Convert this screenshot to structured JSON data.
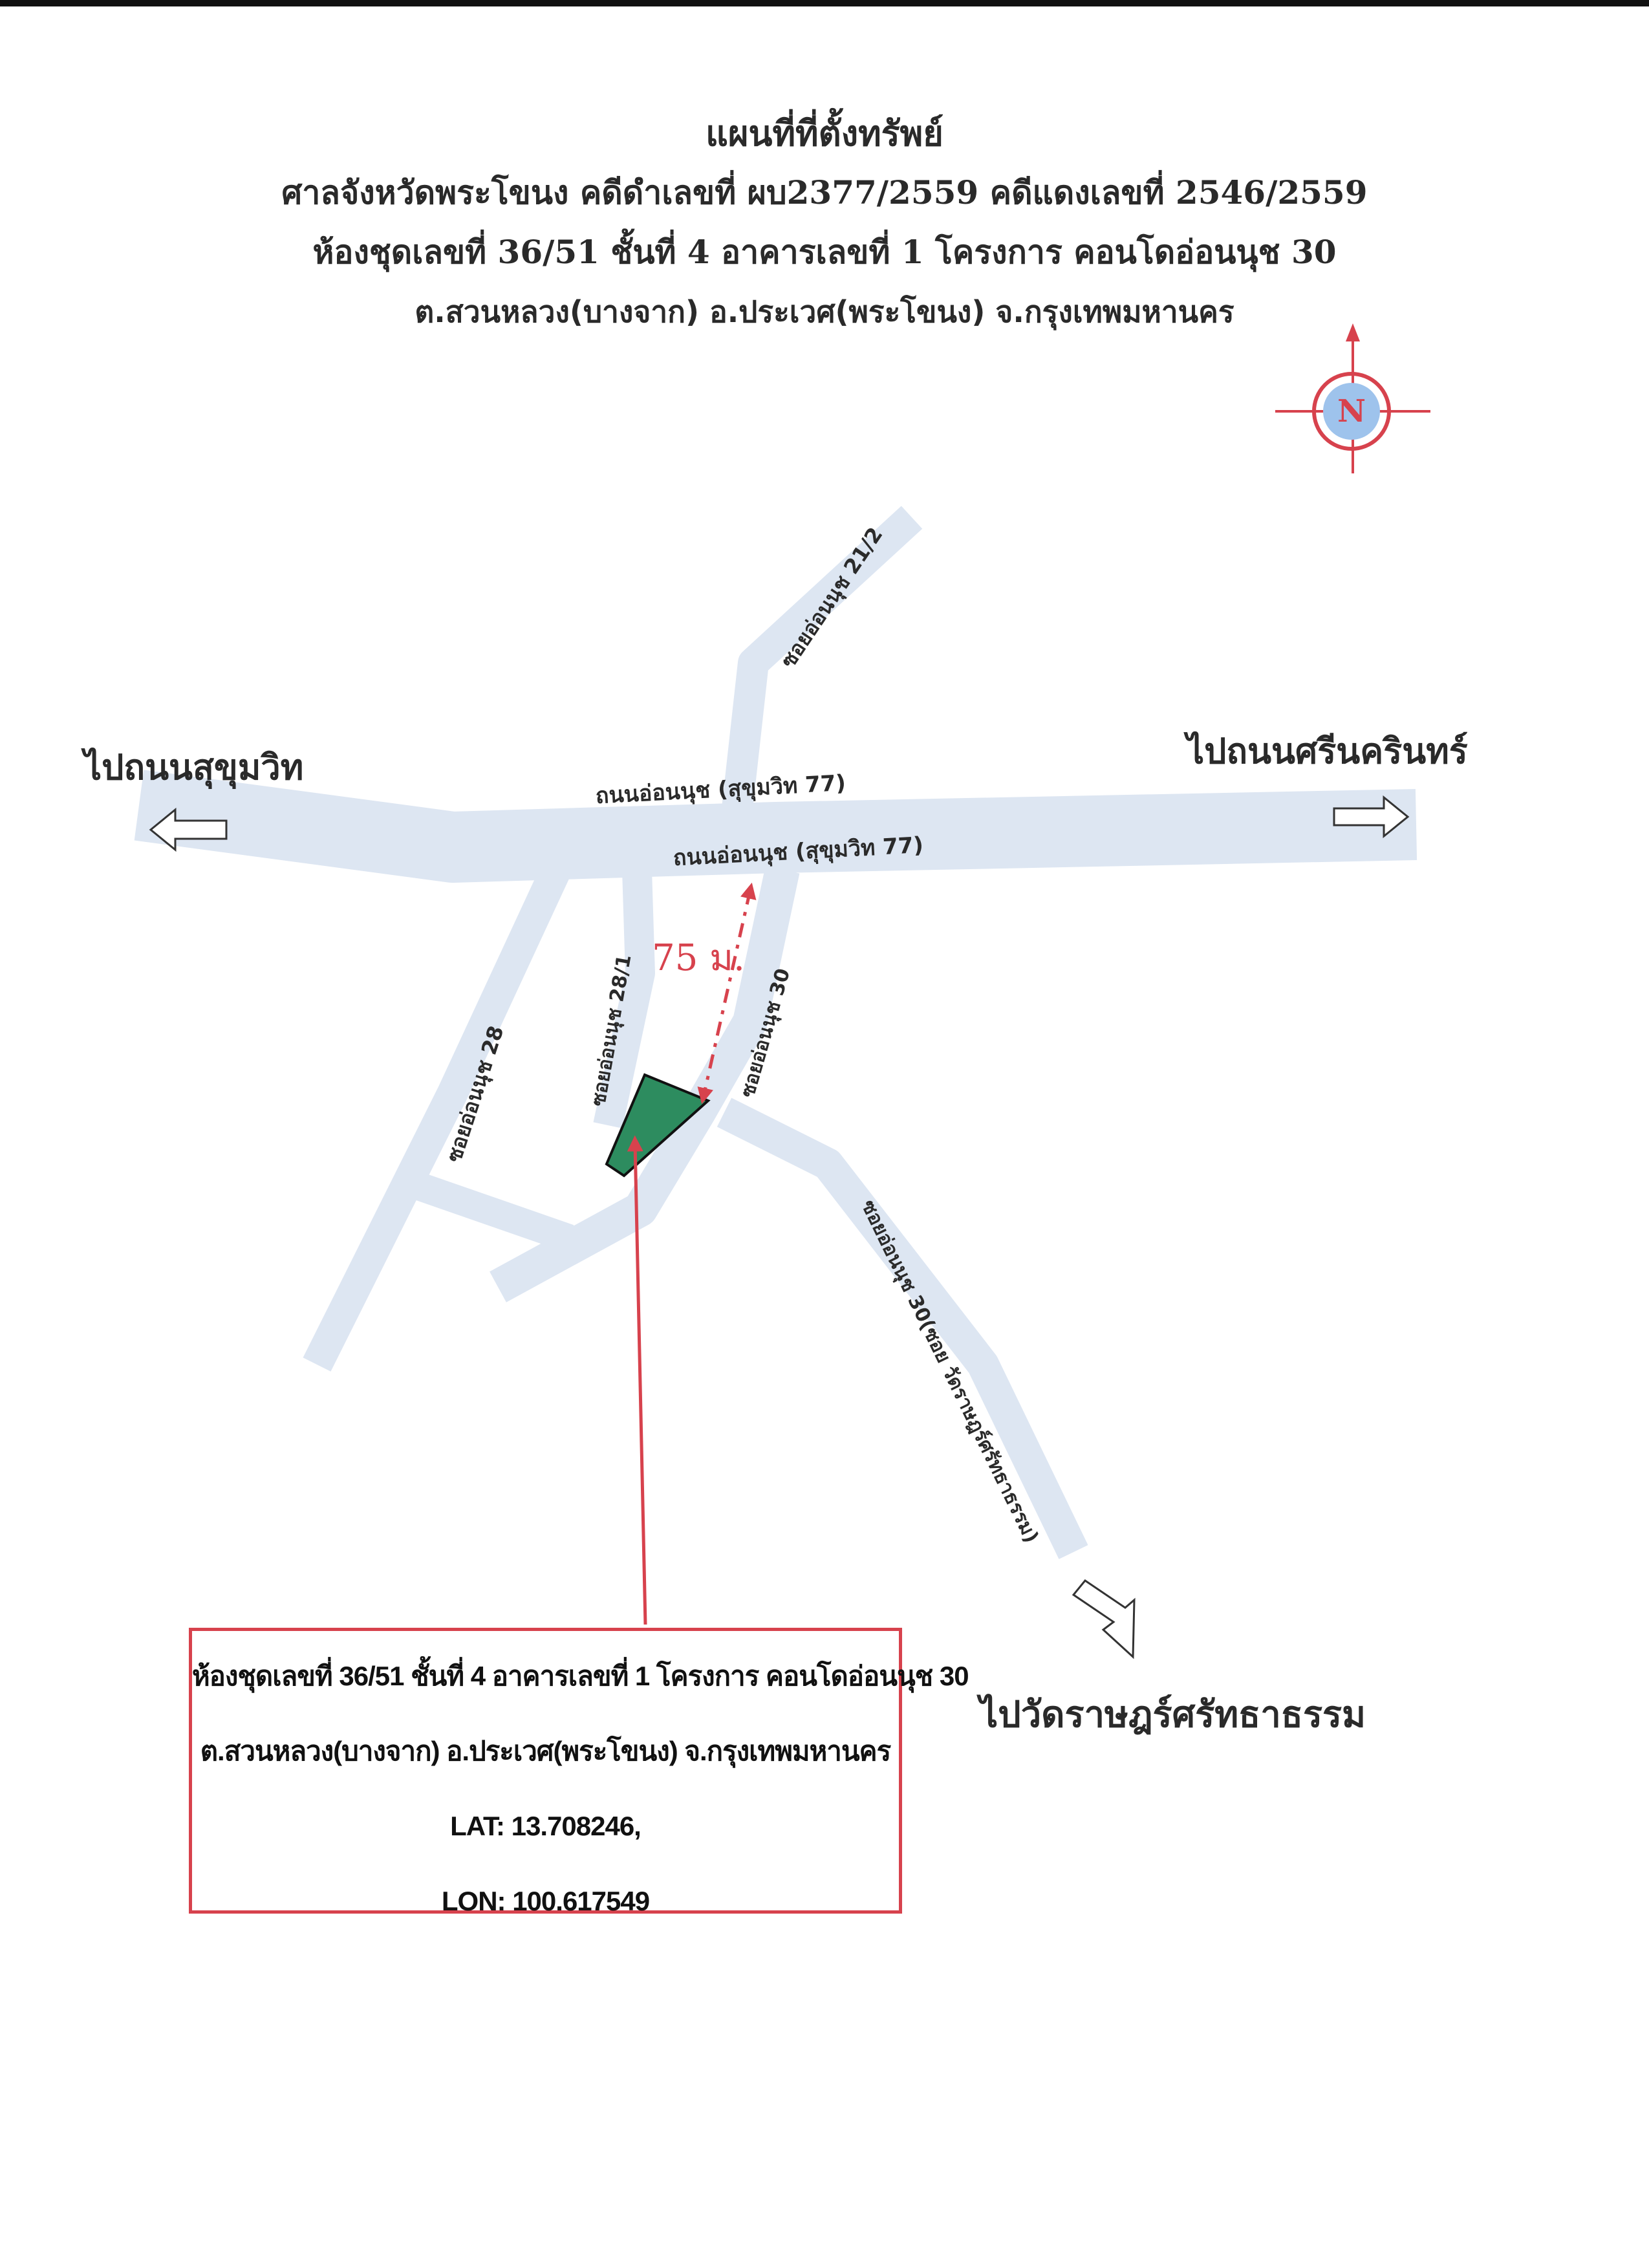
{
  "header": {
    "title": "แผนที่ที่ตั้งทรัพย์",
    "court_line": "ศาลจังหวัดพระโขนง  คดีดำเลขที่ ผบ2377/2559  คดีแดงเลขที่ 2546/2559",
    "unit_line": "ห้องชุดเลขที่ 36/51 ชั้นที่ 4 อาคารเลขที่ 1  โครงการ คอนโดอ่อนนุช 30",
    "address_line": "ต.สวนหลวง(บางจาก) อ.ประเวศ(พระโขนง) จ.กรุงเทพมหานคร"
  },
  "compass": {
    "letter": "N"
  },
  "directions": {
    "to_sukhumvit": "ไปถนนสุขุมวิท",
    "to_srinakarin": "ไปถนนศรีนครินทร์",
    "to_wat": "ไปวัดราษฎร์ศรัทธาธรรม"
  },
  "roads": {
    "main_upper": "ถนนอ่อนนุช (สุขุมวิท 77)",
    "main_lower": "ถนนอ่อนนุช (สุขุมวิท 77)",
    "soi_21_2": "ซอยอ่อนนุช 21/2",
    "soi_28": "ซอยอ่อนนุช 28",
    "soi_28_1": "ซอยอ่อนนุช 28/1",
    "soi_30": "ซอยอ่อนนุช 30",
    "soi_30_long": "ซอยอ่อนนุช 30(ซอย วัดราษฎร์ศรัทธาธรรม)"
  },
  "distance": {
    "label": "75 ม."
  },
  "info_box": {
    "line1": "ห้องชุดเลขที่ 36/51 ชั้นที่ 4 อาคารเลขที่ 1  โครงการ คอนโดอ่อนนุช 30",
    "line2": "ต.สวนหลวง(บางจาก) อ.ประเวศ(พระโขนง) จ.กรุงเทพมหานคร",
    "lat": "LAT: 13.708246,",
    "lon": "LON: 100.617549"
  },
  "colors": {
    "road": "#dde6f2",
    "parcel": "#2d8c5f",
    "accent_red": "#d7424d",
    "compass_blue": "#9ec3ec",
    "ink": "#2a2a2a"
  }
}
